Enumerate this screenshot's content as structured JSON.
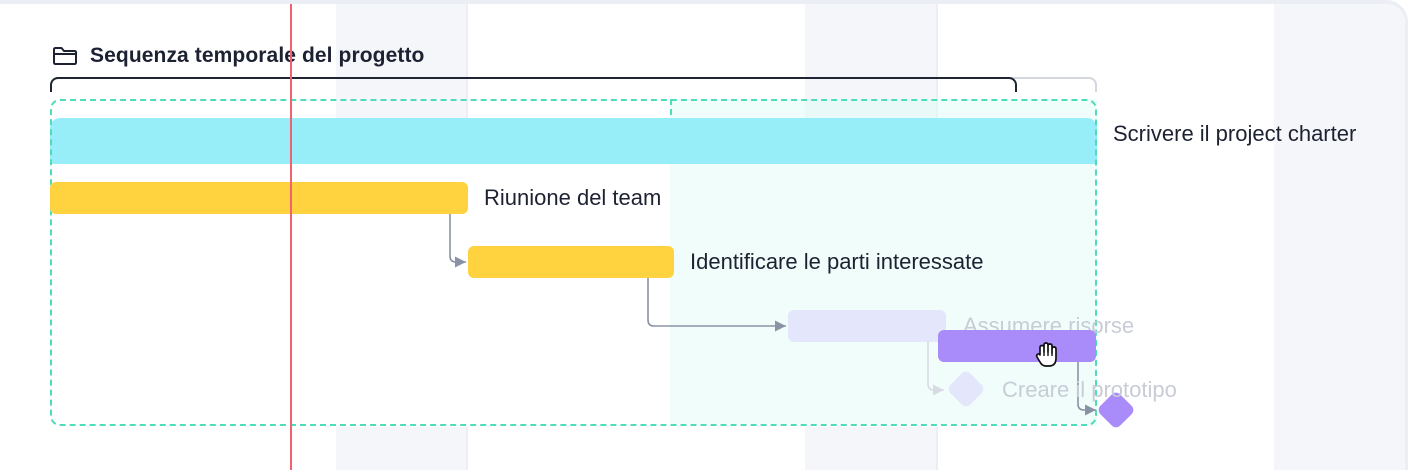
{
  "timeline": {
    "group_title": "Sequenza temporale del progetto",
    "icons": {
      "folder": "folder-icon",
      "cursor": "grab-hand-cursor-icon"
    },
    "colors": {
      "summary_bar": "#97eef8",
      "task_yellow": "#ffd23f",
      "task_purple": "#a98bfa",
      "task_ghost": "#e4e6fb",
      "milestone": "#a98bfa",
      "today_line": "#f06270",
      "selection_dashed": "#4fdcba"
    },
    "tasks": [
      {
        "label": "Scrivere il project charter"
      },
      {
        "label": "Riunione del team"
      },
      {
        "label": "Identificare le parti interessate"
      },
      {
        "label": "Assumere risorse"
      },
      {
        "label": "Creare il prototipo"
      }
    ]
  }
}
